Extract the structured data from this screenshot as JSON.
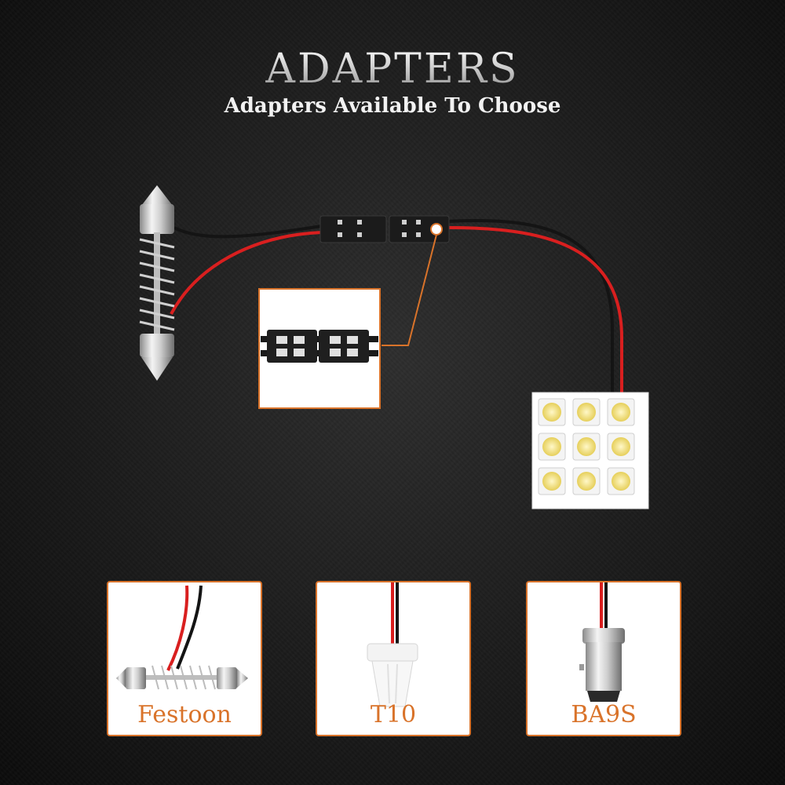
{
  "heading": {
    "title": "ADAPTERS",
    "subtitle": "Adapters Available To Choose"
  },
  "adapters": [
    {
      "label": "Festoon"
    },
    {
      "label": "T10"
    },
    {
      "label": "BA9S"
    }
  ],
  "colors": {
    "accent": "#d9732a",
    "wire_red": "#d91f1f",
    "wire_black": "#141414",
    "led_yellow": "#f2e27a"
  },
  "led_panel": {
    "rows": 3,
    "cols": 3
  }
}
